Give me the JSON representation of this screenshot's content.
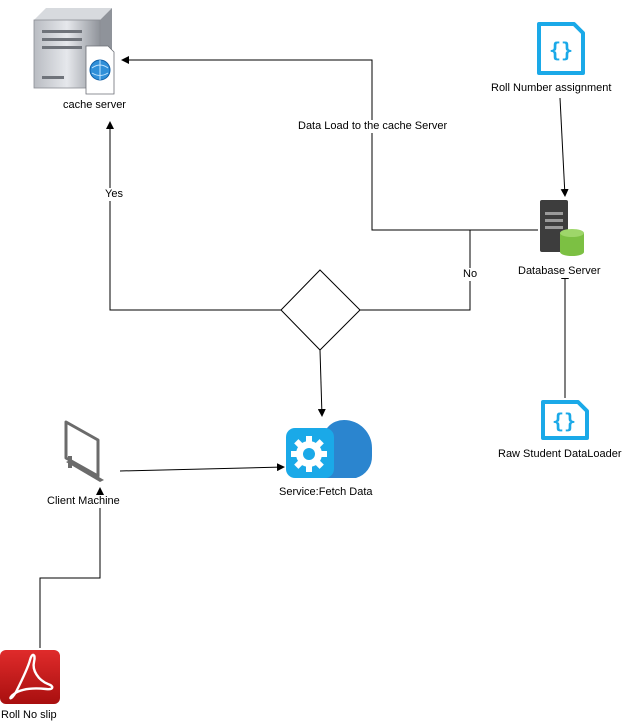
{
  "nodes": {
    "cache_server": {
      "label": "cache server",
      "icon": "server-icon"
    },
    "roll_number_assignment": {
      "label": "Roll Number assignment",
      "icon": "code-braces-icon"
    },
    "database_server": {
      "label": "Database Server",
      "icon": "database-server-icon"
    },
    "raw_student_dataloader": {
      "label": "Raw Student DataLoader",
      "icon": "code-braces-icon"
    },
    "decision": {
      "label": "",
      "icon": "diamond-decision"
    },
    "service_fetch_data": {
      "label": "Service:Fetch Data",
      "icon": "cloud-gear-icon"
    },
    "client_machine": {
      "label": "Client Machine",
      "icon": "computer-icon"
    },
    "roll_no_slip": {
      "label": "Roll No slip",
      "icon": "pdf-icon"
    }
  },
  "edges": {
    "data_load_label": "Data  Load to the cache Server",
    "yes_label": "Yes",
    "no_label": "No"
  },
  "colors": {
    "accent_blue": "#1aa9e8",
    "db_green": "#7cc043",
    "cloud_blue": "#2b85cf",
    "pdf_red": "#d01a1a",
    "line": "#000000",
    "icon_gray": "#6b6b6b"
  }
}
